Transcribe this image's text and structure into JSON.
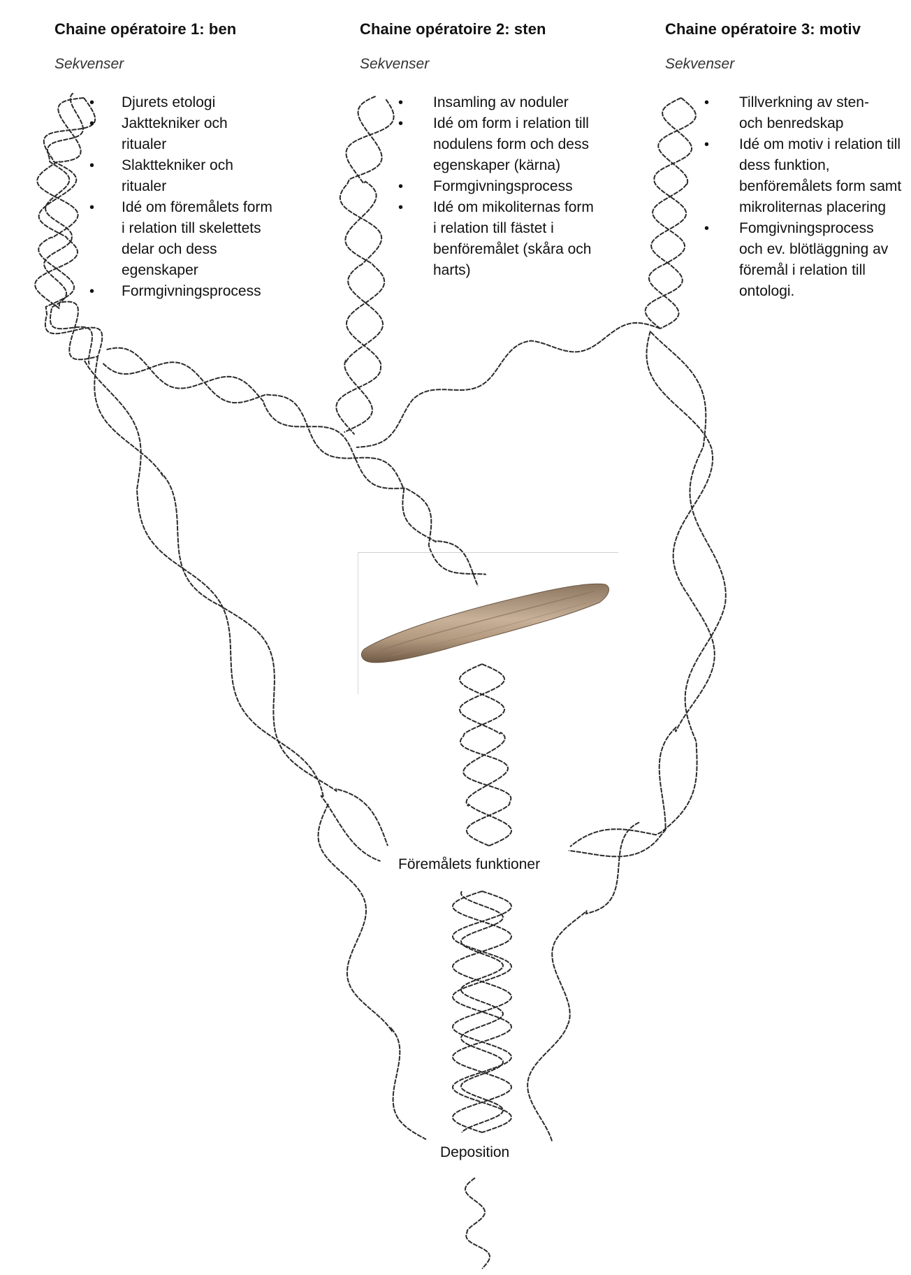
{
  "columns": [
    {
      "title": "Chaine opératoire 1: ben",
      "subtitle": "Sekvenser",
      "items": [
        "Djurets etologi",
        "Jakttekniker och ritualer",
        "Slakttekniker och ritualer",
        "Idé om föremålets form i relation till skelettets delar och dess egenskaper",
        "Formgivningsprocess"
      ]
    },
    {
      "title": "Chaine opératoire 2: sten",
      "subtitle": "Sekvenser",
      "items": [
        "Insamling av noduler",
        "Idé om form i relation till nodulens form och dess egenskaper (kärna)",
        "Formgivningsprocess",
        "Idé om mikoliternas form i relation till fästet i benföremålet (skåra och harts)"
      ]
    },
    {
      "title": "Chaine opératoire 3: motiv",
      "subtitle": "Sekvenser",
      "items": [
        "Tillverkning av sten- och benredskap",
        "Idé om motiv i relation till dess funktion, benföremålets form samt mikroliternas placering",
        "Fomgivningsprocess och ev. blötläggning av föremål i relation till ontologi."
      ]
    }
  ],
  "nodes": {
    "functions": "Föremålets funktioner",
    "deposition": "Deposition"
  },
  "colors": {
    "thread": "#2a2a2a",
    "artifact_light": "#c9b398",
    "artifact_dark": "#7a6550"
  }
}
